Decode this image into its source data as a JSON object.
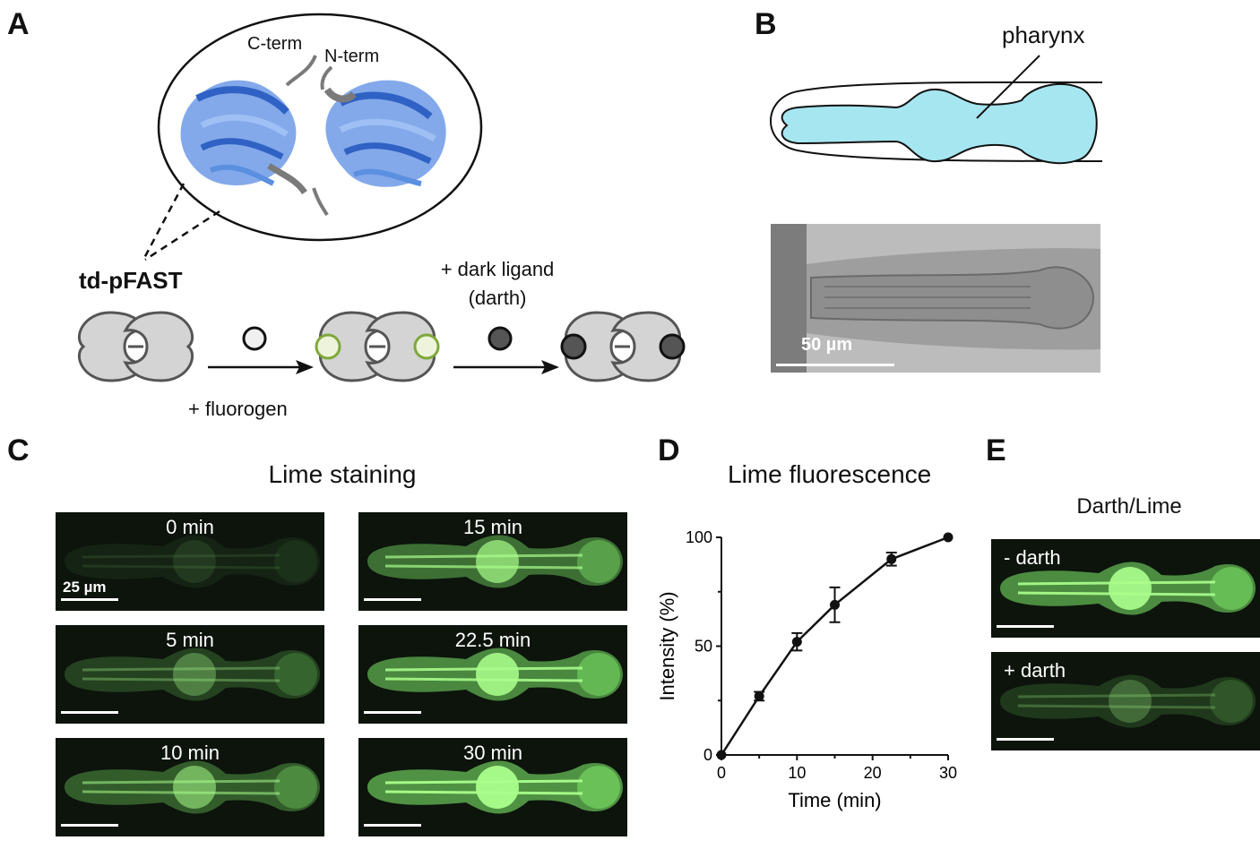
{
  "panels": {
    "A": {
      "letter": "A",
      "c_term": "C-term",
      "n_term": "N-term",
      "protein_name": "td-pFAST",
      "fluorogen_label": "+ fluorogen",
      "dark_ligand_line1": "+ dark ligand",
      "dark_ligand_line2": "(darth)"
    },
    "B": {
      "letter": "B",
      "pharynx_label": "pharynx",
      "scale_label": "50 µm"
    },
    "C": {
      "letter": "C",
      "title": "Lime staining",
      "scale_label": "25 µm",
      "images": [
        {
          "time": "0 min",
          "intensity": 0.0
        },
        {
          "time": "5 min",
          "intensity": 0.27
        },
        {
          "time": "10 min",
          "intensity": 0.52
        },
        {
          "time": "15 min",
          "intensity": 0.69
        },
        {
          "time": "22.5 min",
          "intensity": 0.9
        },
        {
          "time": "30 min",
          "intensity": 1.0
        }
      ]
    },
    "D": {
      "letter": "D",
      "title": "Lime fluorescence"
    },
    "E": {
      "letter": "E",
      "title": "Darth/Lime",
      "minus_label": "- darth",
      "plus_label": "+ darth"
    }
  },
  "chart_data": {
    "type": "line",
    "title": "Lime fluorescence",
    "xlabel": "Time (min)",
    "ylabel": "Intensity (%)",
    "xlim": [
      0,
      30
    ],
    "ylim": [
      0,
      100
    ],
    "xticks": [
      "0",
      "10",
      "20",
      "30"
    ],
    "yticks": [
      "0",
      "50",
      "100"
    ],
    "x": [
      0,
      5,
      10,
      15,
      22.5,
      30
    ],
    "y": [
      0,
      27,
      52,
      69,
      90,
      100
    ],
    "error": [
      0,
      2,
      4,
      8,
      3,
      0
    ],
    "grid": false
  },
  "colors": {
    "pharynx_fill": "#a6e6f0",
    "protein_blue": "#5b8fe0",
    "protein_grey": "#8a8a8a",
    "shape_grey": "#d4d4d4",
    "fluorogen_ring": "#7fa83a",
    "darth_fill": "#555555",
    "lime_green": "#7cdc6a"
  }
}
